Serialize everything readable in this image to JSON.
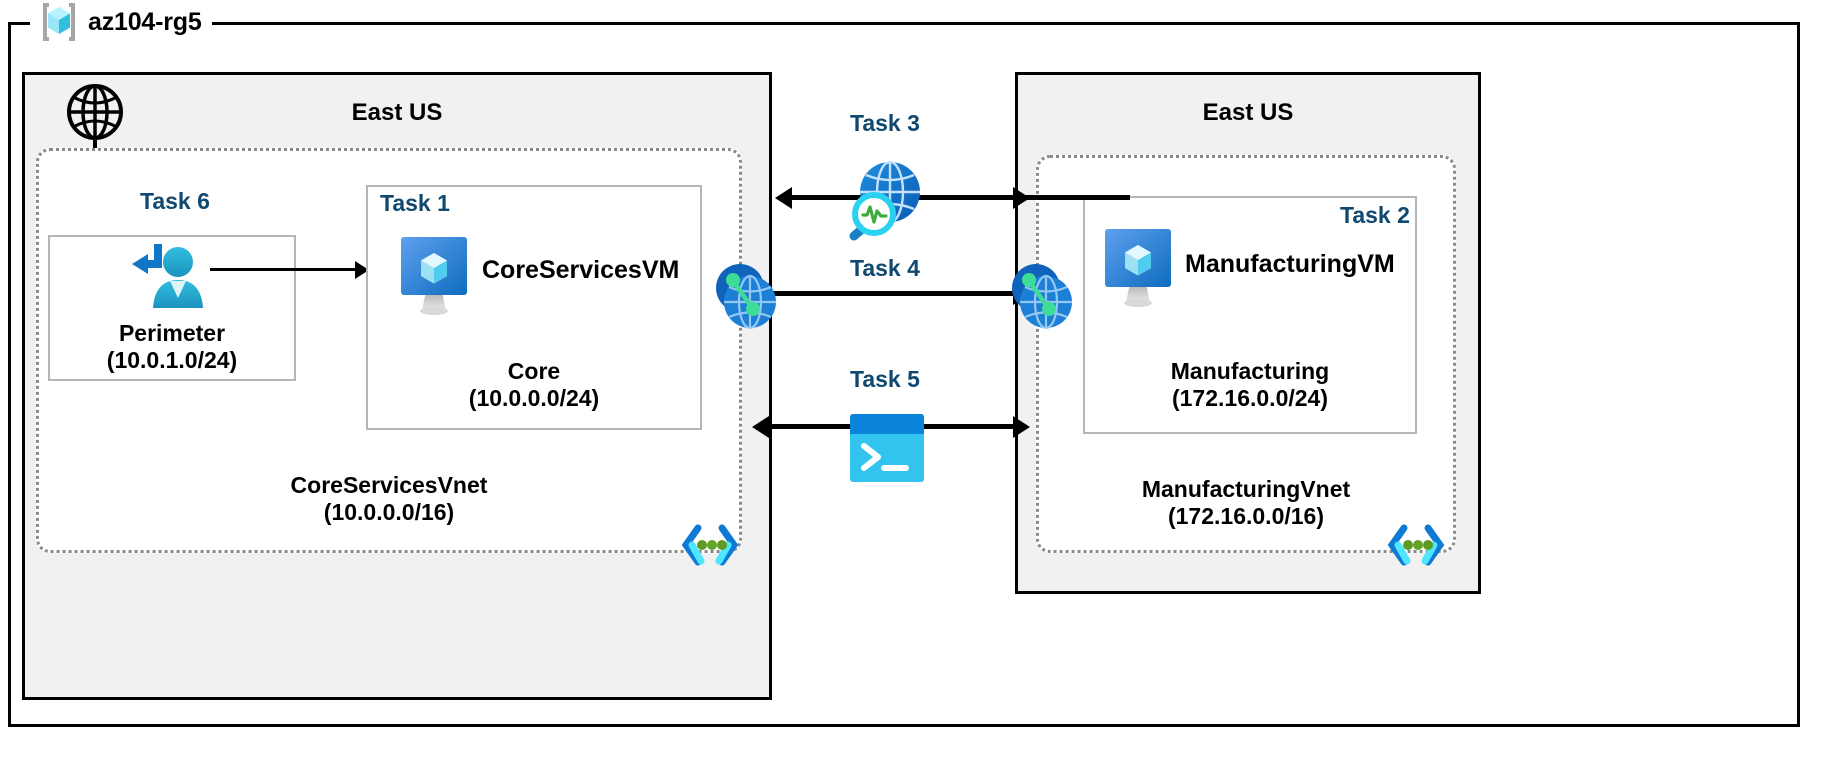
{
  "diagram": {
    "resource_group": {
      "name": "az104-rg5",
      "icon": "azure-resource-group-icon"
    },
    "regions": [
      {
        "id": "left",
        "label": "East US"
      },
      {
        "id": "right",
        "label": "East US"
      }
    ],
    "vnets": [
      {
        "id": "coreservices",
        "name": "CoreServicesVnet",
        "cidr": "(10.0.0.0/16)",
        "icon": "vnet-code-brackets-icon"
      },
      {
        "id": "manufacturing",
        "name": "ManufacturingVnet",
        "cidr": "(172.16.0.0/16)",
        "icon": "vnet-code-brackets-icon"
      }
    ],
    "subnets": [
      {
        "id": "perimeter",
        "task": "Task 6",
        "name": "Perimeter",
        "cidr": "(10.0.1.0/24)",
        "icon": "bastion-user-icon"
      },
      {
        "id": "core",
        "task": "Task 1",
        "name": "Core",
        "cidr": "(10.0.0.0/24)",
        "vm": "CoreServicesVM",
        "icon": "virtual-machine-icon"
      },
      {
        "id": "manufacturing-subnet",
        "task": "Task 2",
        "name": "Manufacturing",
        "cidr": "(172.16.0.0/24)",
        "vm": "ManufacturingVM",
        "icon": "virtual-machine-icon"
      }
    ],
    "connections": [
      {
        "id": "task3",
        "label": "Task 3",
        "icon": "network-watcher-globe-magnifier-icon"
      },
      {
        "id": "task4",
        "label": "Task 4",
        "icon": "vnet-peering-icon"
      },
      {
        "id": "task5",
        "label": "Task 5",
        "icon": "cloud-shell-terminal-icon"
      }
    ],
    "internet": {
      "icon": "globe-internet-icon"
    },
    "colors": {
      "task_label": "#11486f",
      "region_fill": "#f1f1f1",
      "frame_stroke": "#000000",
      "vnet_dash": "#8a8a8a",
      "azure_blue": "#0078d4",
      "cyan": "#32bedd",
      "green_dot": "#5e9b22"
    }
  }
}
